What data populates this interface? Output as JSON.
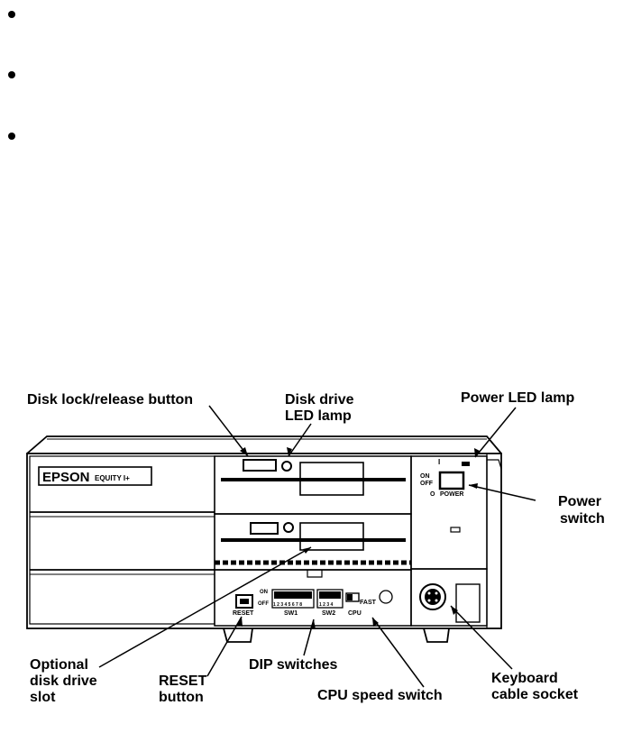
{
  "callouts": {
    "disk_lock": "Disk lock/release button",
    "disk_led_line1": "Disk drive",
    "disk_led_line2": "LED lamp",
    "power_led": "Power LED lamp",
    "power_switch_line1": "Power",
    "power_switch_line2": "switch",
    "optional_line1": "Optional",
    "optional_line2": "disk drive",
    "optional_line3": "slot",
    "reset_line1": "RESET",
    "reset_line2": "button",
    "dip": "DIP switches",
    "cpu_speed": "CPU speed switch",
    "keyboard_line1": "Keyboard",
    "keyboard_line2": "cable socket"
  },
  "device": {
    "brand": "EPSON",
    "model": "EQUITY I+",
    "panel_on": "ON",
    "panel_off": "OFF",
    "power_label": "POWER",
    "power_on_symbol": "I",
    "power_off_symbol": "O",
    "sw_on": "ON",
    "sw_off": "OFF",
    "sw1_label": "SW1",
    "sw2_label": "SW2",
    "cpu_label": "CPU",
    "fast_label": "FAST",
    "reset_label": "RESET",
    "sw1_numbers": "1 2 3 4 5 6 7 8",
    "sw2_numbers": "1 2 3 4"
  }
}
